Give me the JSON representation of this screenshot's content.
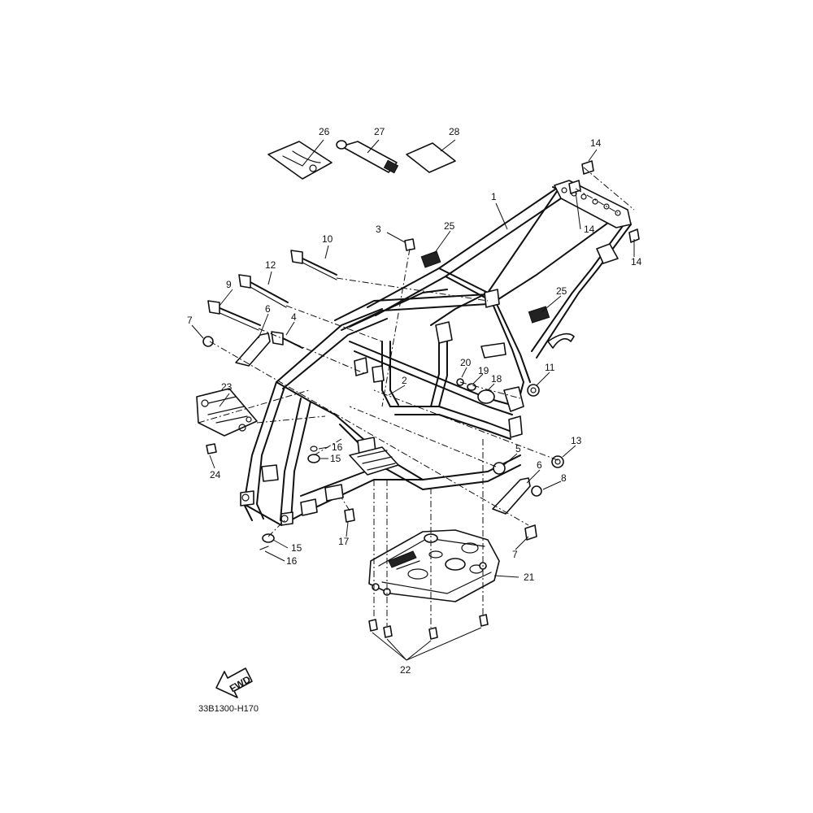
{
  "diagram": {
    "reference_code": "33B1300-H170",
    "fwd_label": "FWD",
    "callouts": [
      {
        "id": "c26",
        "label": "26"
      },
      {
        "id": "c27",
        "label": "27"
      },
      {
        "id": "c28",
        "label": "28"
      },
      {
        "id": "c14a",
        "label": "14"
      },
      {
        "id": "c14b",
        "label": "14"
      },
      {
        "id": "c14c",
        "label": "14"
      },
      {
        "id": "c1",
        "label": "1"
      },
      {
        "id": "c10",
        "label": "10"
      },
      {
        "id": "c3",
        "label": "3"
      },
      {
        "id": "c25a",
        "label": "25"
      },
      {
        "id": "c25b",
        "label": "25"
      },
      {
        "id": "c12",
        "label": "12"
      },
      {
        "id": "c9",
        "label": "9"
      },
      {
        "id": "c6a",
        "label": "6"
      },
      {
        "id": "c7a",
        "label": "7"
      },
      {
        "id": "c4",
        "label": "4"
      },
      {
        "id": "c20",
        "label": "20"
      },
      {
        "id": "c19",
        "label": "19"
      },
      {
        "id": "c18",
        "label": "18"
      },
      {
        "id": "c11",
        "label": "11"
      },
      {
        "id": "c2",
        "label": "2"
      },
      {
        "id": "c23",
        "label": "23"
      },
      {
        "id": "c16a",
        "label": "16"
      },
      {
        "id": "c15a",
        "label": "15"
      },
      {
        "id": "c24",
        "label": "24"
      },
      {
        "id": "c5",
        "label": "5"
      },
      {
        "id": "c13",
        "label": "13"
      },
      {
        "id": "c6b",
        "label": "6"
      },
      {
        "id": "c8",
        "label": "8"
      },
      {
        "id": "c17",
        "label": "17"
      },
      {
        "id": "c7b",
        "label": "7"
      },
      {
        "id": "c15b",
        "label": "15"
      },
      {
        "id": "c16b",
        "label": "16"
      },
      {
        "id": "c21",
        "label": "21"
      },
      {
        "id": "c22",
        "label": "22"
      }
    ]
  }
}
